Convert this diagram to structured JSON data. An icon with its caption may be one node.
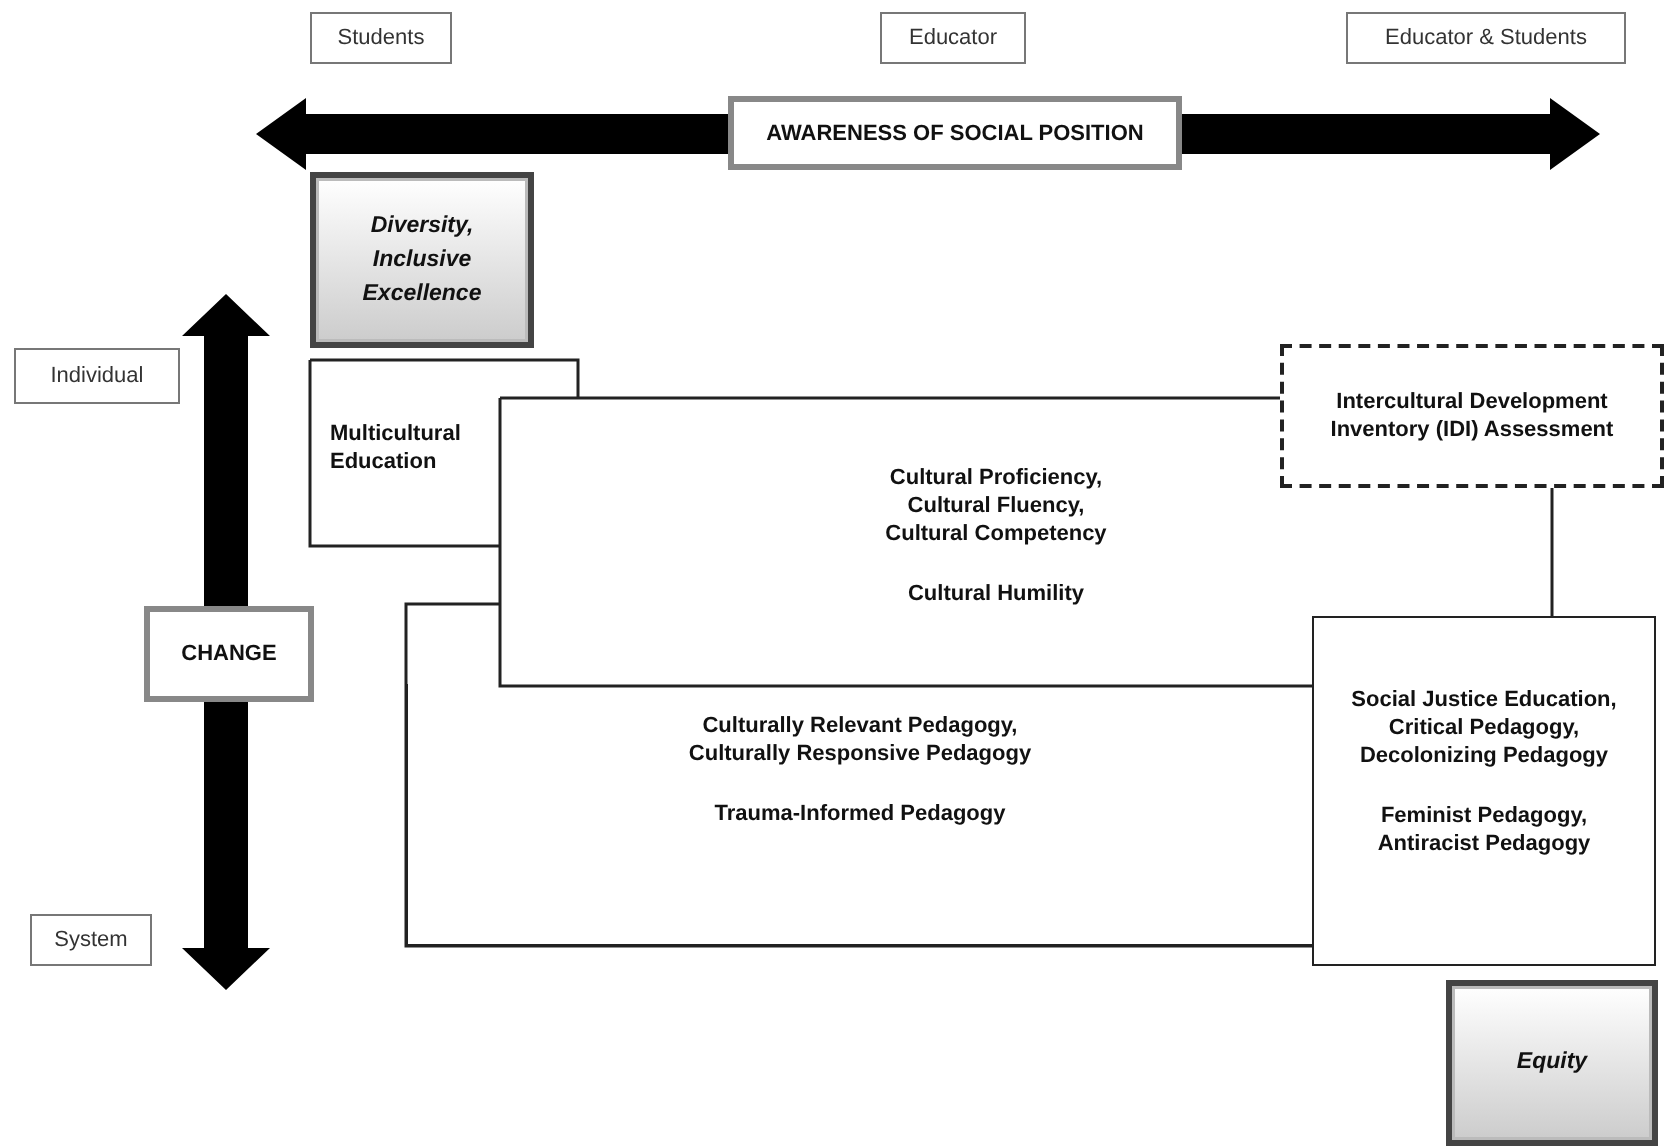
{
  "diagram": {
    "nodes": [
      {
        "text": [
          "Students"
        ]
      },
      {
        "text": [
          "Educator"
        ]
      },
      {
        "text": [
          "Educator & Students"
        ]
      },
      {
        "text": [
          "AWARENESS OF SOCIAL POSITION"
        ]
      },
      {
        "text": [
          "Diversity, Inclusive Excellence"
        ]
      },
      {
        "text": [
          "Individual"
        ]
      },
      {
        "text": [
          "Multicultural Education"
        ]
      },
      {
        "text": [
          "Intercultural Development Inventory (IDI) Assessment"
        ]
      },
      {
        "text": [
          "Cultural Proficiency, Cultural Fluency, Cultural Competency",
          "Cultural Humility"
        ]
      },
      {
        "text": [
          "CHANGE"
        ]
      },
      {
        "text": [
          "Culturally Relevant Pedagogy, Culturally Responsive Pedagogy",
          "Trauma-Informed Pedagogy"
        ]
      },
      {
        "text": [
          "Social Justice Education, Critical Pedagogy, Decolonizing Pedagogy",
          "Feminist Pedagogy, Antiracist Pedagogy"
        ]
      },
      {
        "text": [
          "System"
        ]
      },
      {
        "text": [
          "Equity"
        ]
      }
    ],
    "edges": [
      {
        "from": 7,
        "to": 11,
        "arrow": "none"
      }
    ]
  }
}
